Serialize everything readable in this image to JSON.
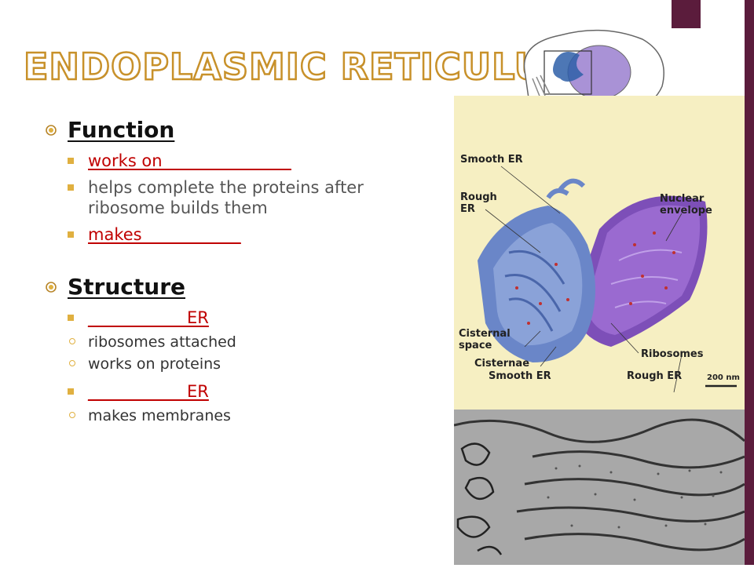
{
  "slide": {
    "title": "Endoplasmic Reticulum"
  },
  "function_section": {
    "heading": "Function",
    "items": [
      {
        "text": "works on _______________",
        "style": "red-blank"
      },
      {
        "text": "helps complete the proteins after ribosome builds them",
        "style": "gray"
      },
      {
        "text": "makes____________",
        "style": "red-blank"
      }
    ]
  },
  "structure_section": {
    "heading": "Structure",
    "items": [
      {
        "text": "____________ER",
        "details": [
          "ribosomes attached",
          "works on proteins"
        ]
      },
      {
        "text": "____________ER",
        "details": [
          "makes membranes"
        ]
      }
    ]
  },
  "figure": {
    "labels": {
      "smooth_er_top": "Smooth ER",
      "rough_er_left": "Rough\nER",
      "nuclear_envelope": "Nuclear\nenvelope",
      "cisternal_space": "Cisternal\nspace",
      "ribosomes": "Ribosomes",
      "cisternae": "Cisternae",
      "smooth_er_bottom": "Smooth ER",
      "rough_er_bottom": "Rough ER",
      "scale_bar": "200 nm"
    }
  },
  "colors": {
    "accent": "#5b1c3c",
    "title_outline": "#c8912a",
    "blank_red": "#c00000",
    "bullet_gold": "#e0b040",
    "figure_bg": "#f6efc2"
  }
}
